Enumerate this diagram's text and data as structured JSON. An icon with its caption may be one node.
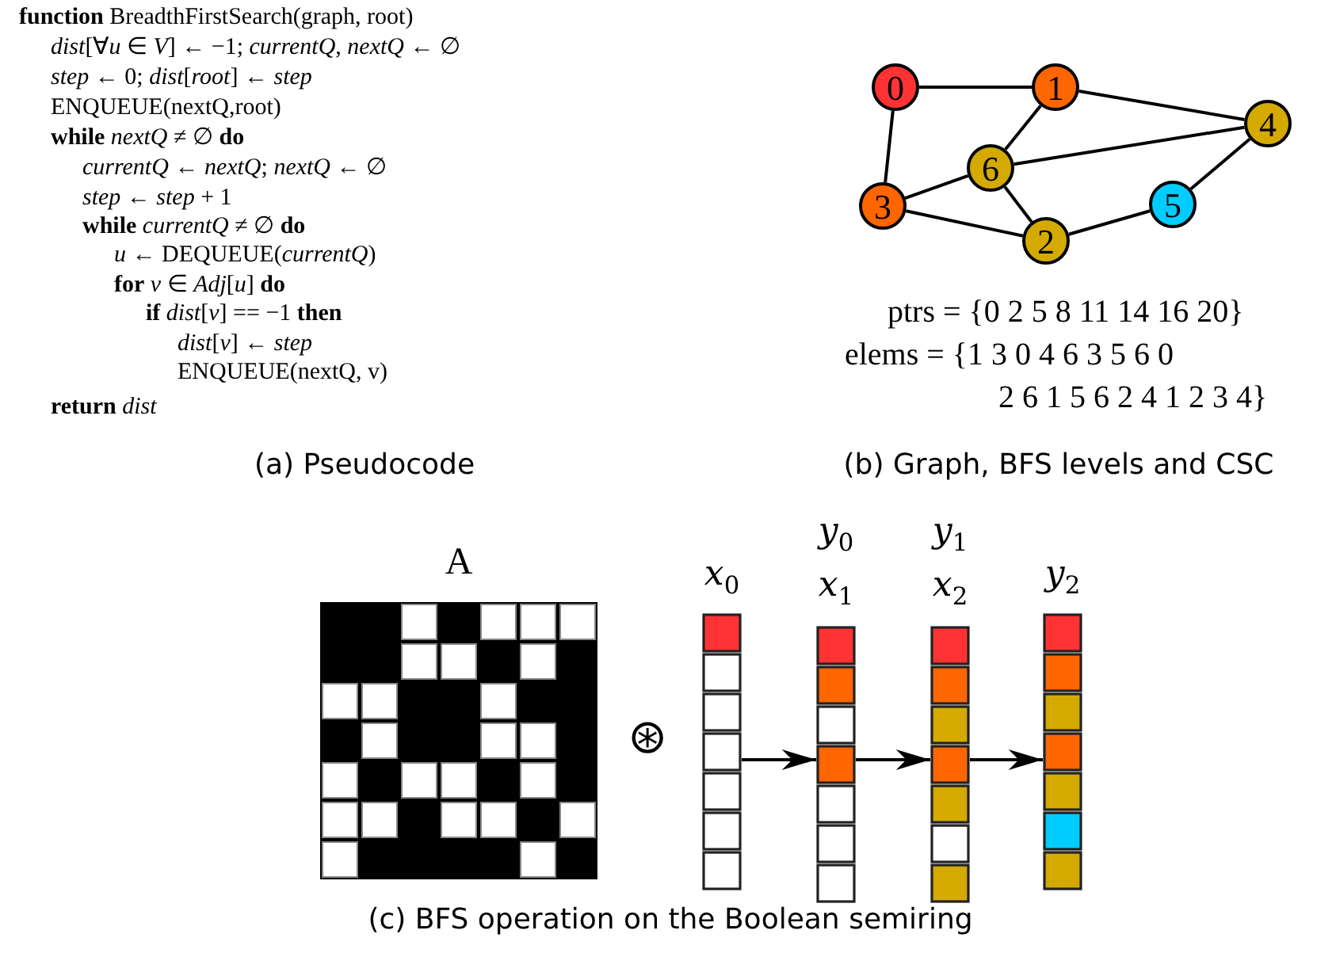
{
  "diagram": {
    "nodes": [
      {
        "text": [
          "0"
        ]
      },
      {
        "text": [
          "1"
        ]
      },
      {
        "text": [
          "2"
        ]
      },
      {
        "text": [
          "3"
        ]
      },
      {
        "text": [
          "4"
        ]
      },
      {
        "text": [
          "5"
        ]
      },
      {
        "text": [
          "6"
        ]
      },
      {
        "text": [
          "A"
        ]
      },
      {
        "text": [
          "x$_{0}$"
        ]
      },
      {
        "text": [
          "y$_{0}$",
          "x$_{1}$"
        ]
      },
      {
        "text": [
          "y$_{1}$",
          "x$_{2}$"
        ]
      },
      {
        "text": [
          "y$_{2}$"
        ]
      }
    ],
    "edges": [
      {
        "from": 0,
        "to": 1,
        "arrow": "none"
      },
      {
        "from": 0,
        "to": 3,
        "arrow": "none"
      },
      {
        "from": 1,
        "to": 6,
        "arrow": "none"
      },
      {
        "from": 1,
        "to": 4,
        "arrow": "none"
      },
      {
        "from": 6,
        "to": 4,
        "arrow": "none"
      },
      {
        "from": 6,
        "to": 3,
        "arrow": "none"
      },
      {
        "from": 6,
        "to": 2,
        "arrow": "none"
      },
      {
        "from": 3,
        "to": 2,
        "arrow": "none"
      },
      {
        "from": 2,
        "to": 5,
        "arrow": "none"
      },
      {
        "from": 5,
        "to": 4,
        "arrow": "none"
      },
      {
        "from": 8,
        "to": 9,
        "arrow": "to"
      },
      {
        "from": 9,
        "to": 10,
        "arrow": "to"
      },
      {
        "from": 10,
        "to": 11,
        "arrow": "to"
      }
    ],
    "labels": [
      "**function** BreadthFirstSearch(graph, root)",
      "*dist*[∀*u* ∈ *V*] ← −1; *currentQ*, *nextQ* ← ∅",
      "*step* ← 0; *dist*[*root*] ← *step*",
      "ENQUEUE(nextQ,root)",
      "**while** *nextQ* ≠ ∅ **do**",
      "*currentQ* ← *nextQ*; *nextQ* ← ∅",
      "*step* ← *step* + 1",
      "**while** *currentQ* ≠ ∅ **do**",
      "*u* ← DEQUEUE(*currentQ*)",
      "**for** *v* ∈ *Adj*[*u*] **do**",
      "**if** *dist*[*v*] == −1 **then**",
      "*dist*[*v*] ← *step*",
      "ENQUEUE(nextQ, v)",
      "**return** *dist*",
      "(a) Pseudocode",
      "ptrs = {0 2 5 8 11 14 16 20}",
      "elems = {1 3 0 4 6 3 5 6 0 2 6 1 5 6 2 4 1 2 3 4}",
      "(b) Graph, BFS levels and CSC",
      "⊛",
      "(c) BFS operation on the Boolean semiring"
    ]
  }
}
